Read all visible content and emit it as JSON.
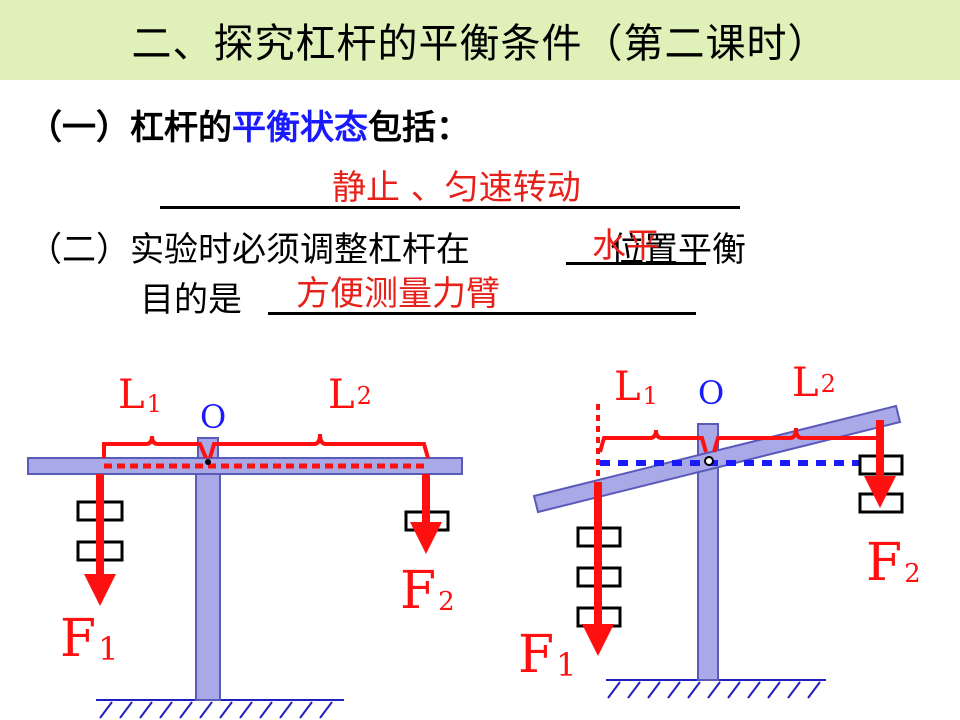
{
  "title": "二、探究杠杆的平衡条件（第二课时）",
  "q1": {
    "prefix": "（一）杠杆的",
    "highlight": "平衡状态",
    "suffix": "包括：",
    "answer": "静止 、匀速转动"
  },
  "q2": {
    "prefix": "（二）实验时必须调整杠杆在",
    "answer1": "水平",
    "suffix1": "位置平衡",
    "line2_prefix": "目的是",
    "answer2": "方便测量力臂"
  },
  "diagram_left": {
    "pivot": "O",
    "arm1": "L",
    "arm1_sub": "1",
    "arm2": "L",
    "arm2_sub": "2",
    "force1": "F",
    "force1_sub": "1",
    "force2": "F",
    "force2_sub": "2"
  },
  "diagram_right": {
    "pivot": "O",
    "arm1": "L",
    "arm1_sub": "1",
    "arm2": "L",
    "arm2_sub": "2",
    "force1": "F",
    "force1_sub": "1",
    "force2": "F",
    "force2_sub": "2"
  },
  "colors": {
    "title_bg": "#dff0b8",
    "answer": "#e8201a",
    "highlight": "#1a1aff",
    "lever": "#a9a9e8",
    "lever_edge": "#5a5ab8",
    "force": "#ff1010"
  }
}
